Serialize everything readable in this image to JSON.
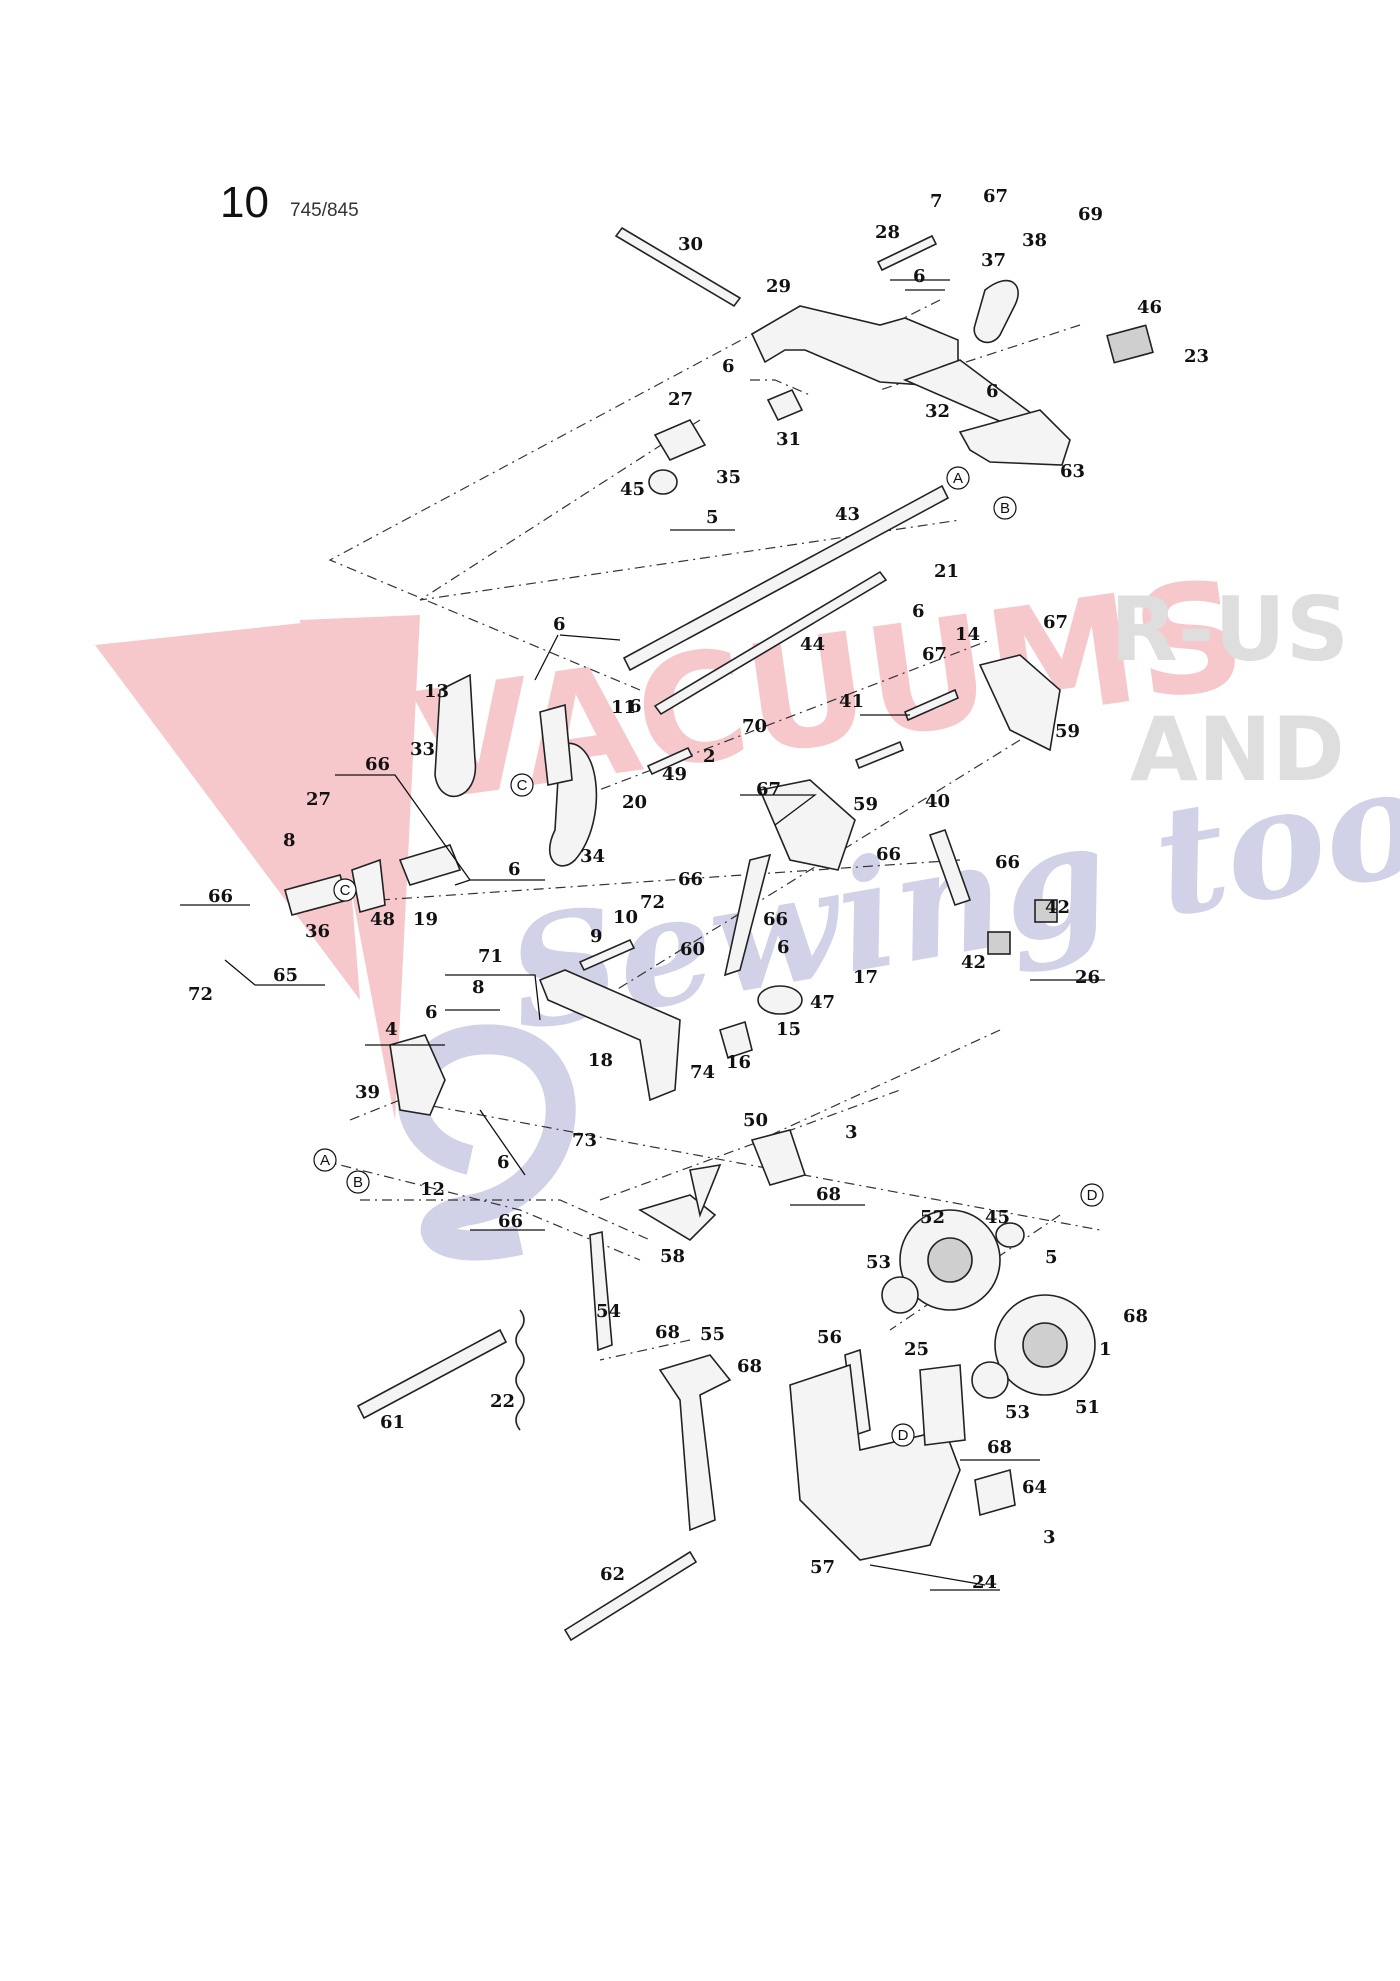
{
  "header": {
    "page_number": "10",
    "model": "745/845"
  },
  "watermark": {
    "word": "VACUUMS",
    "side_top": "R-US",
    "side_middle": "AND",
    "script": "Sewing too",
    "colors": {
      "red": "#e23a47",
      "gray": "#8a8a8a",
      "blue": "#5a5aa8"
    }
  },
  "reference_letters": [
    "A",
    "B",
    "C",
    "D"
  ],
  "callouts": [
    "1",
    "2",
    "3",
    "4",
    "5",
    "6",
    "7",
    "8",
    "9",
    "10",
    "11",
    "12",
    "13",
    "14",
    "15",
    "16",
    "17",
    "18",
    "19",
    "20",
    "21",
    "22",
    "23",
    "24",
    "25",
    "26",
    "27",
    "28",
    "29",
    "30",
    "31",
    "32",
    "33",
    "34",
    "35",
    "36",
    "37",
    "38",
    "39",
    "40",
    "41",
    "42",
    "43",
    "44",
    "45",
    "46",
    "47",
    "48",
    "49",
    "50",
    "51",
    "52",
    "53",
    "54",
    "55",
    "56",
    "57",
    "58",
    "59",
    "60",
    "61",
    "62",
    "63",
    "64",
    "65",
    "66",
    "67",
    "68",
    "69",
    "70",
    "71",
    "72",
    "73",
    "74"
  ]
}
